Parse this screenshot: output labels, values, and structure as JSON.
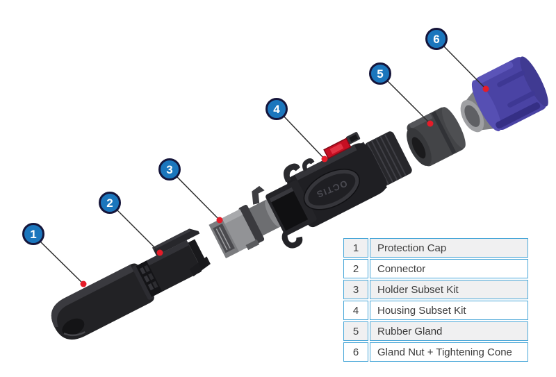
{
  "diagram": {
    "housing_logo": "OCTIS",
    "component_icons": [
      {
        "icon": "protection-cap-illustration"
      },
      {
        "icon": "connector-illustration"
      },
      {
        "icon": "holder-subset-kit-illustration"
      },
      {
        "icon": "housing-subset-kit-illustration"
      },
      {
        "icon": "rubber-gland-illustration"
      },
      {
        "icon": "gland-nut-tightening-cone-illustration"
      }
    ]
  },
  "legend": {
    "rows": [
      {
        "number": "1",
        "label": "Protection Cap"
      },
      {
        "number": "2",
        "label": "Connector"
      },
      {
        "number": "3",
        "label": "Holder Subset Kit"
      },
      {
        "number": "4",
        "label": "Housing Subset Kit"
      },
      {
        "number": "5",
        "label": "Rubber Gland"
      },
      {
        "number": "6",
        "label": "Gland Nut + Tightening Cone"
      }
    ]
  },
  "colors": {
    "badge_fill": "#1b76bd",
    "badge_border": "#15153a",
    "leader_line": "#2d2d2d",
    "leader_dot": "#e51c29",
    "table_border": "#47a6d8",
    "table_alt_row_bg": "#f0f0f1",
    "table_text": "#3b3b3b",
    "gland_nut_blue": "#4a43a4",
    "housing_black": "#1f1f23",
    "holder_gray": "#929396",
    "latch_red": "#c60f22"
  }
}
